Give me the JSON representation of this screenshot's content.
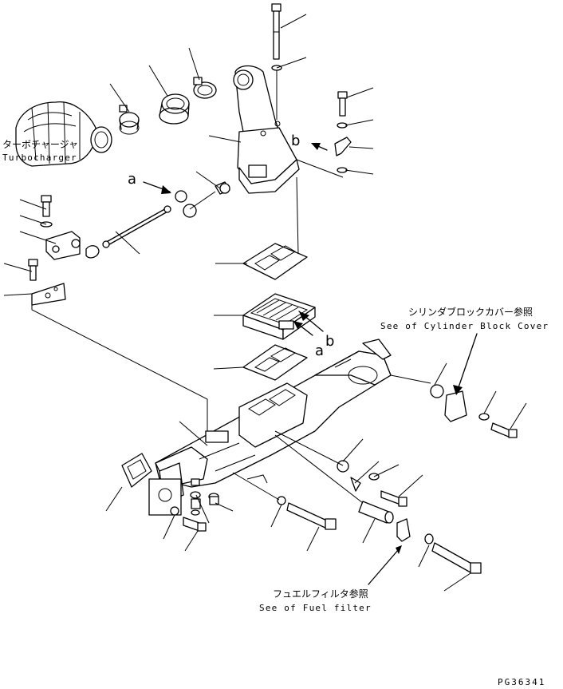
{
  "labels": {
    "turbocharger_jp": "ターボチャージャ",
    "turbocharger_en": "Turbocharger",
    "cylinder_cover_jp": "シリンダブロックカバー参照",
    "cylinder_cover_en": "See of Cylinder Block Cover",
    "fuel_filter_jp": "フュエルフィルタ参照",
    "fuel_filter_en": "See of Fuel filter",
    "arrow_a": "a",
    "arrow_b": "b",
    "arrow_a2": "a",
    "arrow_b2": "b",
    "drawing_code": "PG36341"
  }
}
